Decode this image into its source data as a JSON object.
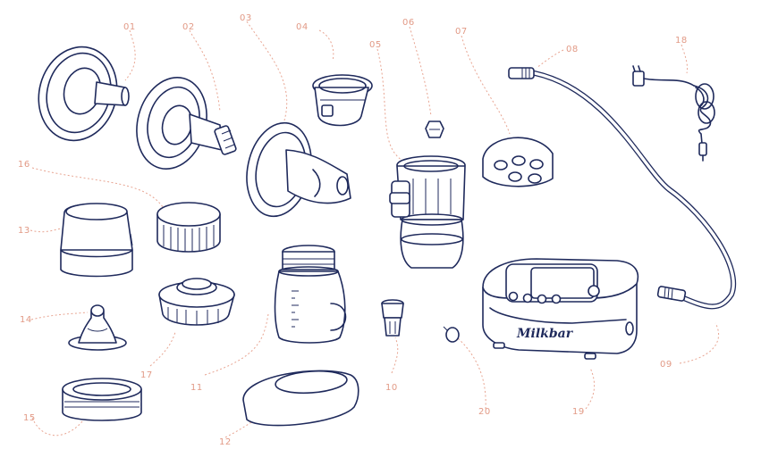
{
  "colors": {
    "ink": "#1f2a5c",
    "label": "#e29a86",
    "leader": "#e8a592"
  },
  "brand": {
    "logo_text": "Milkbar"
  },
  "parts": [
    {
      "id": "01"
    },
    {
      "id": "02"
    },
    {
      "id": "03"
    },
    {
      "id": "04"
    },
    {
      "id": "05"
    },
    {
      "id": "06"
    },
    {
      "id": "07"
    },
    {
      "id": "08"
    },
    {
      "id": "09"
    },
    {
      "id": "10"
    },
    {
      "id": "11"
    },
    {
      "id": "12"
    },
    {
      "id": "13"
    },
    {
      "id": "14"
    },
    {
      "id": "15"
    },
    {
      "id": "16"
    },
    {
      "id": "17"
    },
    {
      "id": "18"
    },
    {
      "id": "19"
    },
    {
      "id": "20"
    }
  ]
}
